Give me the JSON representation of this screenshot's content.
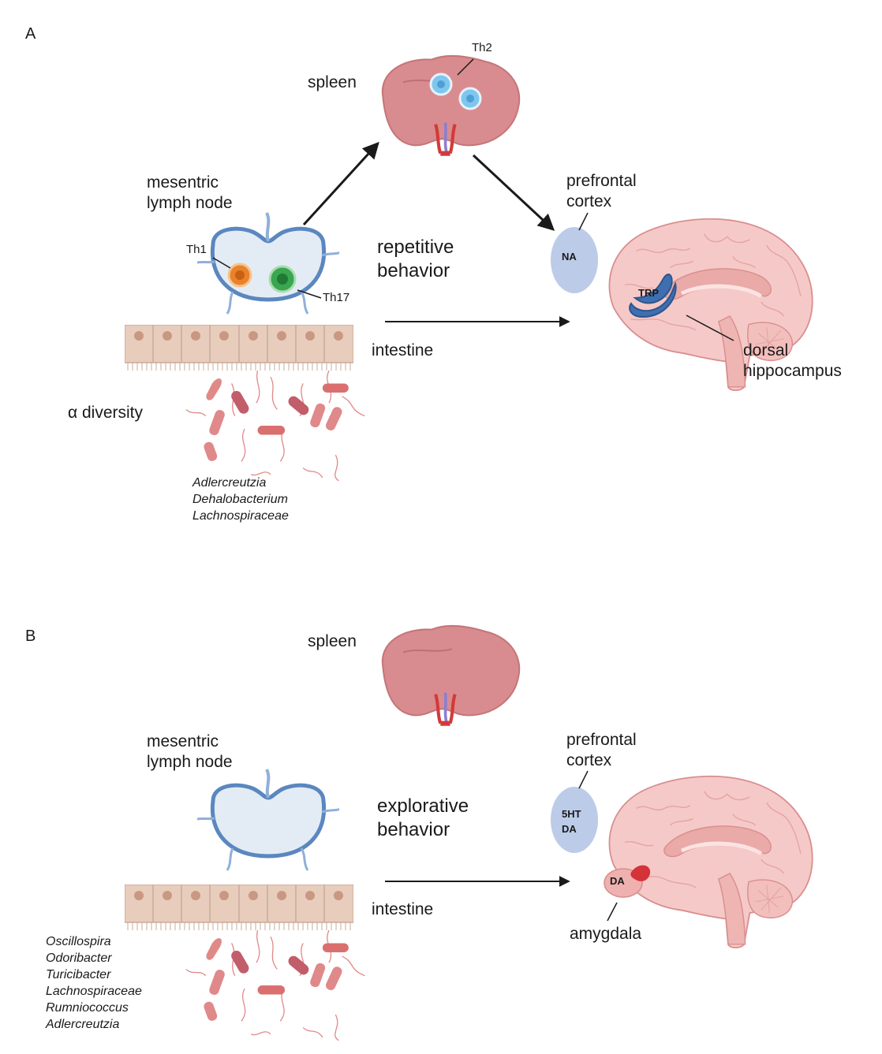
{
  "panels": [
    {
      "letter": "A",
      "spleen_label": "spleen",
      "spleen_cell": "Th2",
      "lymph_label_lines": [
        "mesentric",
        "lymph node"
      ],
      "lymph_cells": [
        "Th1",
        "Th17"
      ],
      "behavior_lines": [
        "repetitive",
        "behavior"
      ],
      "intestine_label": "intestine",
      "diversity_label": "α diversity",
      "bacteria": [
        "Adlercreutzia",
        "Dehalobacterium",
        "Lachnospiraceae"
      ],
      "brain_region_lines": [
        "prefrontal",
        "cortex"
      ],
      "pfc_marker": [
        "NA"
      ],
      "hippo_marker": "TRP",
      "hippo_label_lines": [
        "dorsal",
        "hippocampus"
      ]
    },
    {
      "letter": "B",
      "spleen_label": "spleen",
      "lymph_label_lines": [
        "mesentric",
        "lymph node"
      ],
      "behavior_lines": [
        "explorative",
        "behavior"
      ],
      "intestine_label": "intestine",
      "bacteria": [
        "Oscillospira",
        "Odoribacter",
        "Turicibacter",
        "Lachnospiraceae",
        "Rumniococcus",
        "Adlercreutzia"
      ],
      "brain_region_lines": [
        "prefrontal",
        "cortex"
      ],
      "pfc_marker": [
        "5HT",
        "DA"
      ],
      "amygdala_marker": "DA",
      "amygdala_label": "amygdala"
    }
  ],
  "colors": {
    "spleen": "#d98c8f",
    "lymph_fill": "#e3ecf5",
    "lymph_stroke": "#5b87bf",
    "th1": "#e9822c",
    "th17": "#3aa64f",
    "th2": "#7fc6ef",
    "brain": "#f5c9c7",
    "brain_line": "#d98e8e",
    "highlight_blue": "#8fa8d8",
    "hippocampus": "#3f6fb0",
    "amygdala": "#d4333a",
    "bacteria": "#d9706f"
  }
}
